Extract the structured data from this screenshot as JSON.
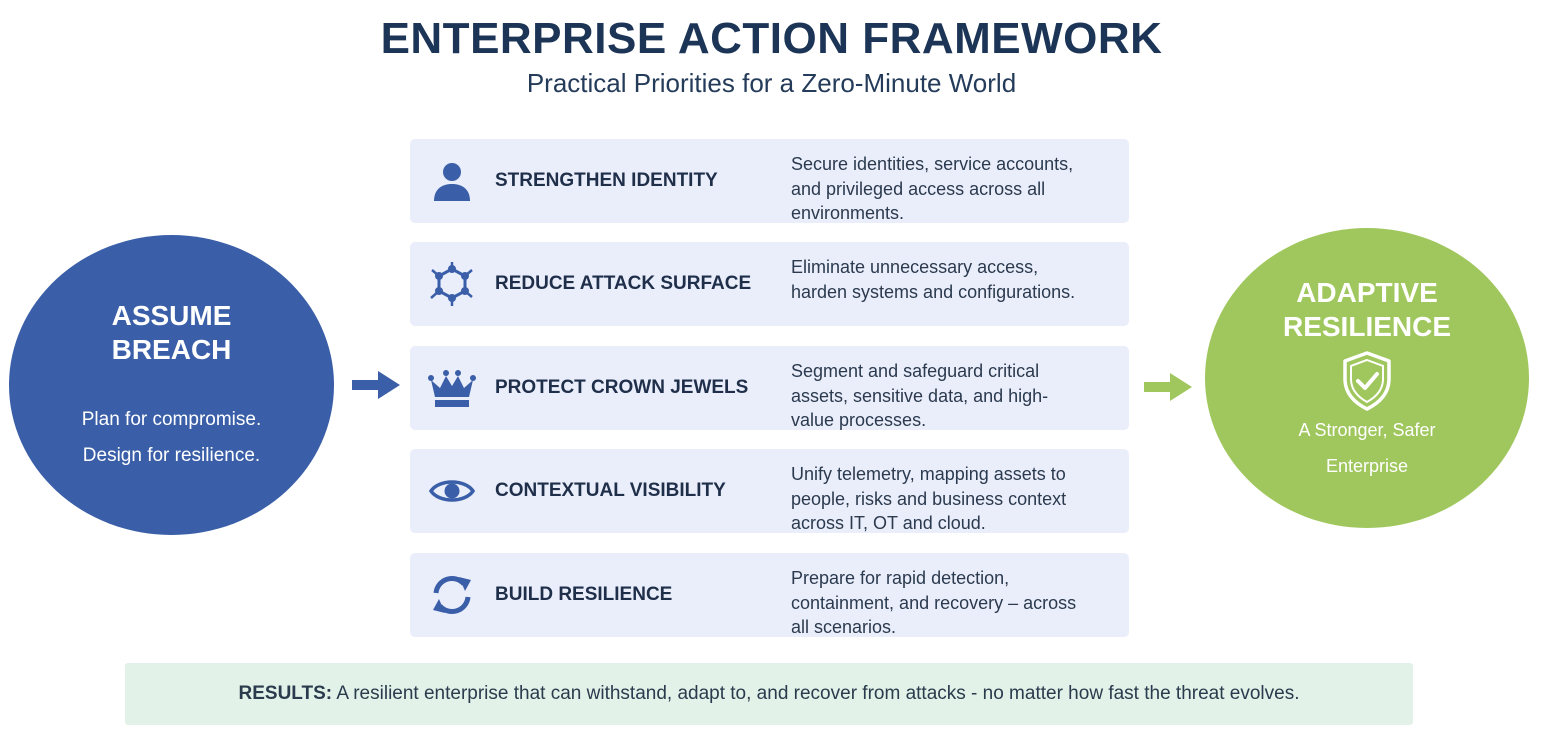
{
  "header": {
    "title": "ENTERPRISE ACTION FRAMEWORK",
    "subtitle": "Practical Priorities for a Zero-Minute World"
  },
  "left_circle": {
    "heading_line1": "ASSUME",
    "heading_line2": "BREACH",
    "line1": "Plan for compromise.",
    "line2": "Design for resilience.",
    "color": "#3a5fa8"
  },
  "right_circle": {
    "heading_line1": "ADAPTIVE",
    "heading_line2": "RESILIENCE",
    "line1": "A Stronger, Safer",
    "line2": "Enterprise",
    "icon": "shield-check-icon",
    "color": "#a0c75e"
  },
  "priorities": [
    {
      "icon": "person-icon",
      "title": "STRENGTHEN IDENTITY",
      "desc_lines": [
        "Secure identities, service accounts,",
        "and privileged access across all",
        "environments."
      ]
    },
    {
      "icon": "network-nodes-icon",
      "title": "REDUCE ATTACK SURFACE",
      "desc_lines": [
        "Eliminate unnecessary access,",
        "harden systems and configurations."
      ]
    },
    {
      "icon": "crown-icon",
      "title": "PROTECT CROWN JEWELS",
      "desc_lines": [
        "Segment and safeguard critical",
        "assets, sensitive data, and high-",
        "value processes."
      ]
    },
    {
      "icon": "eye-icon",
      "title": "CONTEXTUAL VISIBILITY",
      "desc_lines": [
        "Unify telemetry, mapping assets to",
        "people, risks and business context",
        "across IT, OT and cloud."
      ]
    },
    {
      "icon": "refresh-icon",
      "title": "BUILD RESILIENCE",
      "desc_lines": [
        "Prepare for rapid detection,",
        "containment, and recovery – across",
        "all scenarios."
      ]
    }
  ],
  "results": {
    "label": "RESULTS:",
    "text": " A resilient enterprise that can withstand, adapt to, and recover from attacks - no matter how fast the threat evolves."
  },
  "colors": {
    "title": "#1c3557",
    "card_bg": "#eaeefb",
    "icon_blue": "#3a5fa8",
    "arrow_green": "#a0c75e",
    "results_bg": "#e2f2e8"
  }
}
